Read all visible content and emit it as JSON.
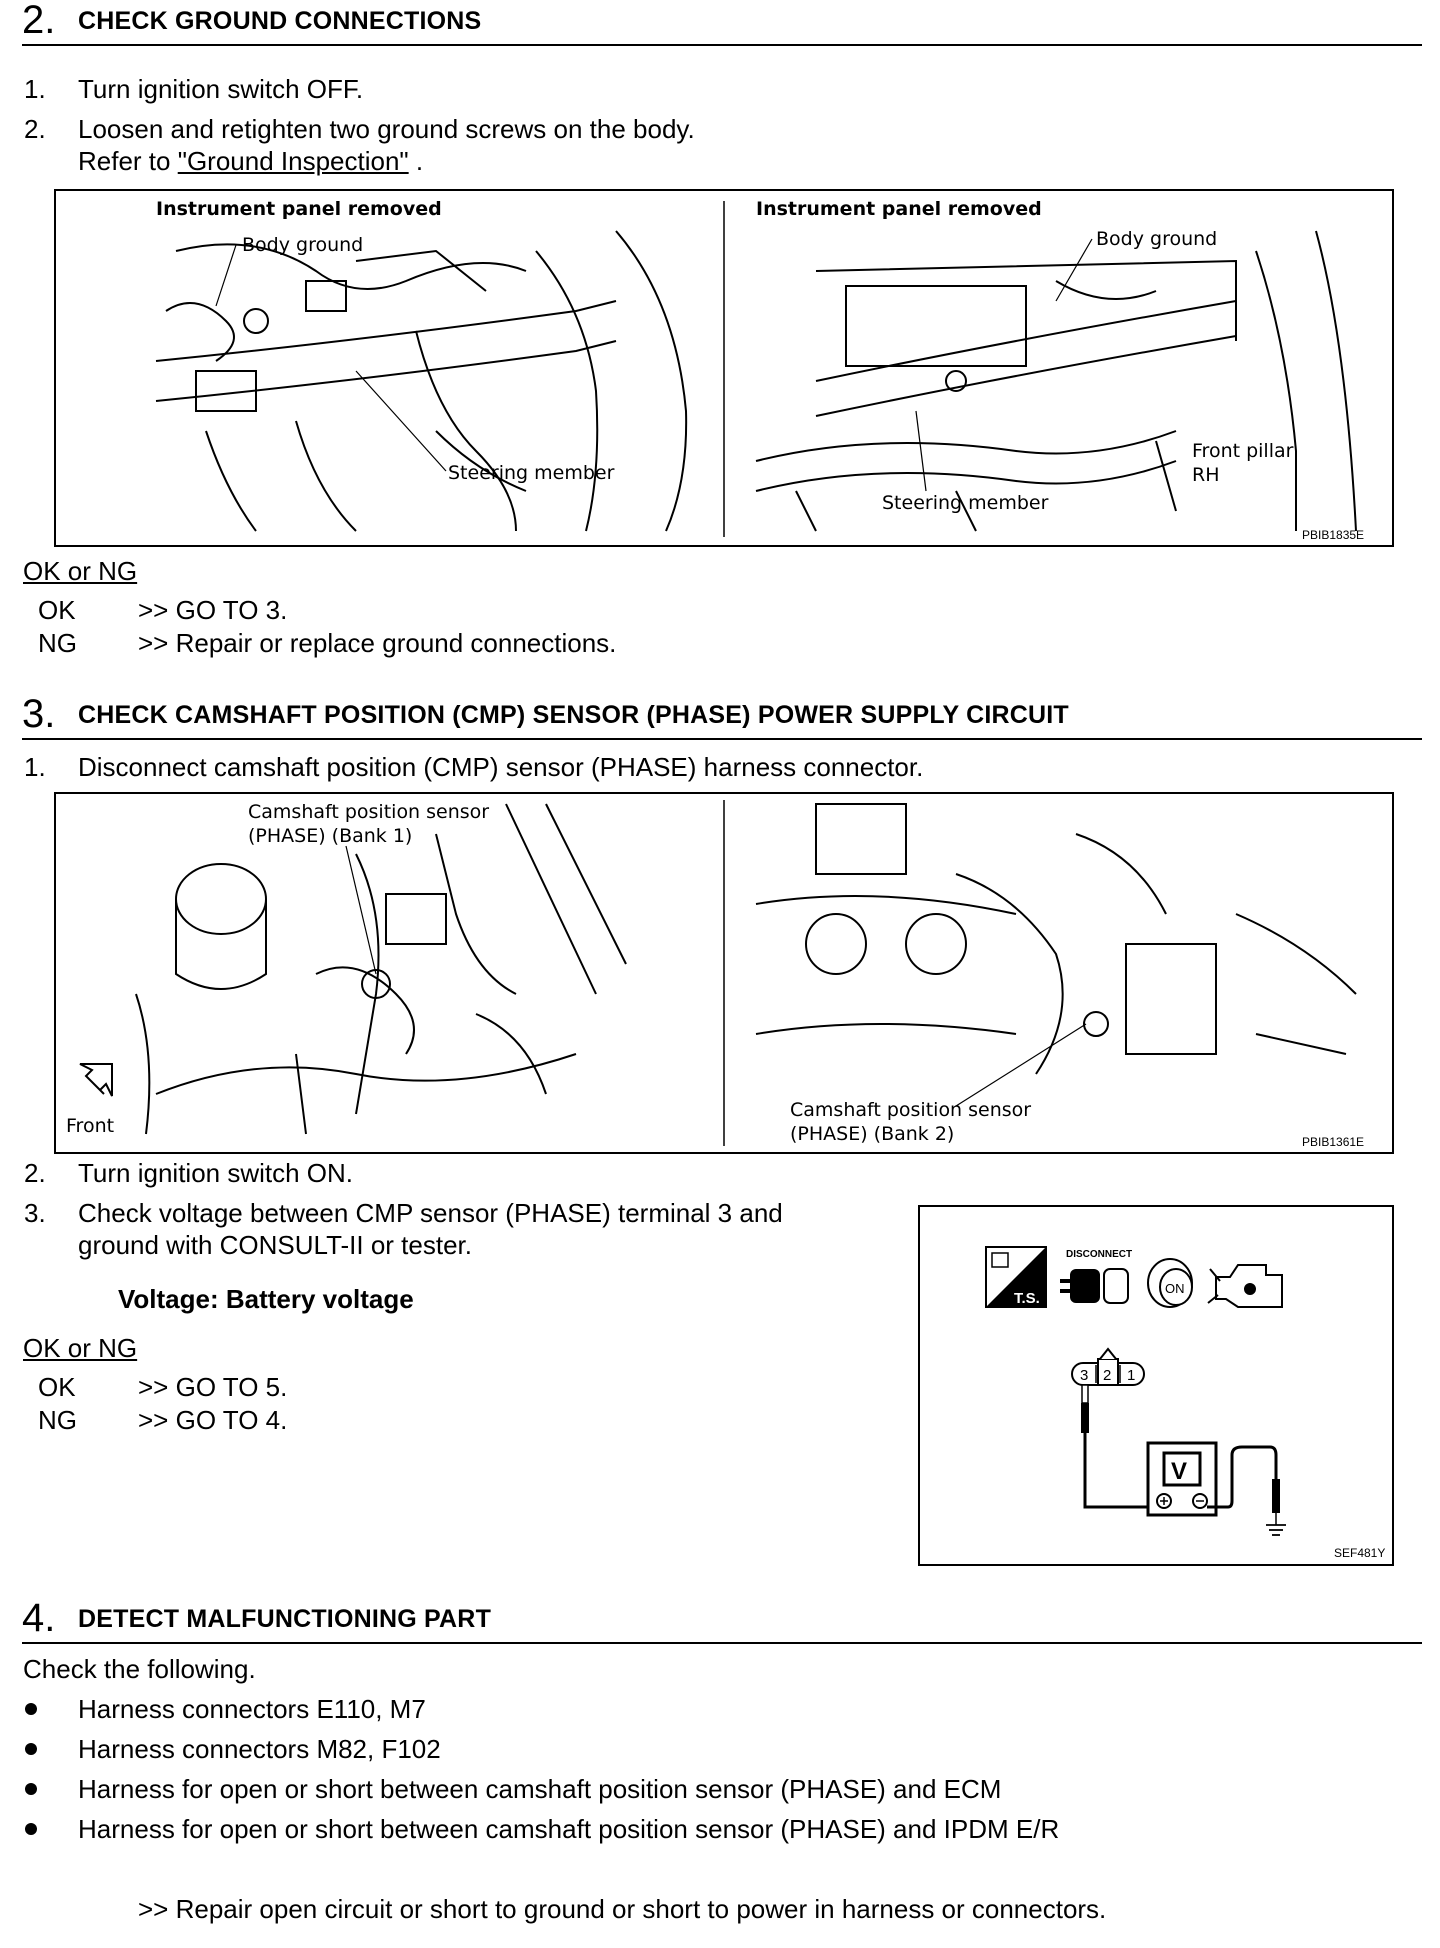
{
  "section2": {
    "number": "2.",
    "title": "CHECK GROUND CONNECTIONS",
    "steps": [
      {
        "num": "1.",
        "text": "Turn ignition switch OFF."
      },
      {
        "num": "2.",
        "text": "Loosen and retighten two ground screws on the body."
      }
    ],
    "refer_prefix": "Refer to ",
    "refer_link": "\"Ground Inspection\"",
    "refer_suffix": " .",
    "figure": {
      "left_title": "Instrument panel removed",
      "left_body_ground": "Body ground",
      "left_steering": "Steering member",
      "right_title": "Instrument panel removed",
      "right_body_ground": "Body ground",
      "right_pillar_1": "Front pillar",
      "right_pillar_2": "RH",
      "right_steering": "Steering member",
      "code": "PBIB1835E"
    },
    "ok_ng_label": "OK or NG",
    "results": [
      {
        "k": "OK",
        "v": ">> GO TO 3."
      },
      {
        "k": "NG",
        "v": ">> Repair or replace ground connections."
      }
    ]
  },
  "section3": {
    "number": "3.",
    "title": "CHECK CAMSHAFT POSITION (CMP) SENSOR (PHASE) POWER SUPPLY CIRCUIT",
    "step1": {
      "num": "1.",
      "text": "Disconnect camshaft position (CMP) sensor (PHASE) harness connector."
    },
    "figure": {
      "left_label_1": "Camshaft position sensor",
      "left_label_2": "(PHASE) (Bank 1)",
      "front": "Front",
      "right_label_1": "Camshaft position sensor",
      "right_label_2": "(PHASE) (Bank 2)",
      "code": "PBIB1361E"
    },
    "step2": {
      "num": "2.",
      "text": "Turn ignition switch ON."
    },
    "step3": {
      "num": "3.",
      "line1": "Check voltage between CMP sensor (PHASE) terminal 3 and",
      "line2": "ground with CONSULT-II or tester."
    },
    "spec": "Voltage: Battery voltage",
    "ok_ng_label": "OK or NG",
    "results": [
      {
        "k": "OK",
        "v": ">> GO TO 5."
      },
      {
        "k": "NG",
        "v": ">> GO TO 4."
      }
    ],
    "meter_figure": {
      "ts": "T.S.",
      "disconnect": "DISCONNECT",
      "on": "ON",
      "pins": [
        "3",
        "2",
        "1"
      ],
      "meter": "V",
      "code": "SEF481Y"
    }
  },
  "section4": {
    "number": "4.",
    "title": "DETECT MALFUNCTIONING PART",
    "intro": "Check the following.",
    "bullets": [
      "Harness connectors E110, M7",
      "Harness connectors M82, F102",
      "Harness for open or short between camshaft position sensor (PHASE) and ECM",
      "Harness for open or short between camshaft position sensor (PHASE) and IPDM E/R"
    ],
    "result": ">> Repair open circuit or short to ground or short to power in harness or connectors."
  }
}
